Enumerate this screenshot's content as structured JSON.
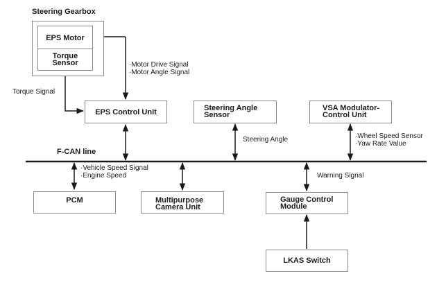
{
  "title": "Steering Gearbox",
  "bus_label": "F-CAN line",
  "blocks": {
    "eps_motor": "EPS Motor",
    "torque_sensor_1": "Torque",
    "torque_sensor_2": "Sensor",
    "eps_control_unit": "EPS Control Unit",
    "steering_angle_sensor_1": "Steering Angle",
    "steering_angle_sensor_2": "Sensor",
    "vsa_1": "VSA Modulator-",
    "vsa_2": "Control Unit",
    "pcm": "PCM",
    "camera_1": "Multipurpose",
    "camera_2": "Camera Unit",
    "gauge_1": "Gauge Control",
    "gauge_2": "Module",
    "lkas": "LKAS Switch"
  },
  "signals": {
    "torque_signal": "Torque Signal",
    "motor_drive": "·Motor Drive Signal",
    "motor_angle": "·Motor Angle Signal",
    "steering_angle": "Steering Angle",
    "wheel_speed": "·Wheel Speed Sensor",
    "yaw_rate": "·Yaw Rate Value",
    "vehicle_speed": "·Vehicle Speed Signal",
    "engine_speed": "·Engine Speed",
    "warning": "Warning Signal"
  }
}
